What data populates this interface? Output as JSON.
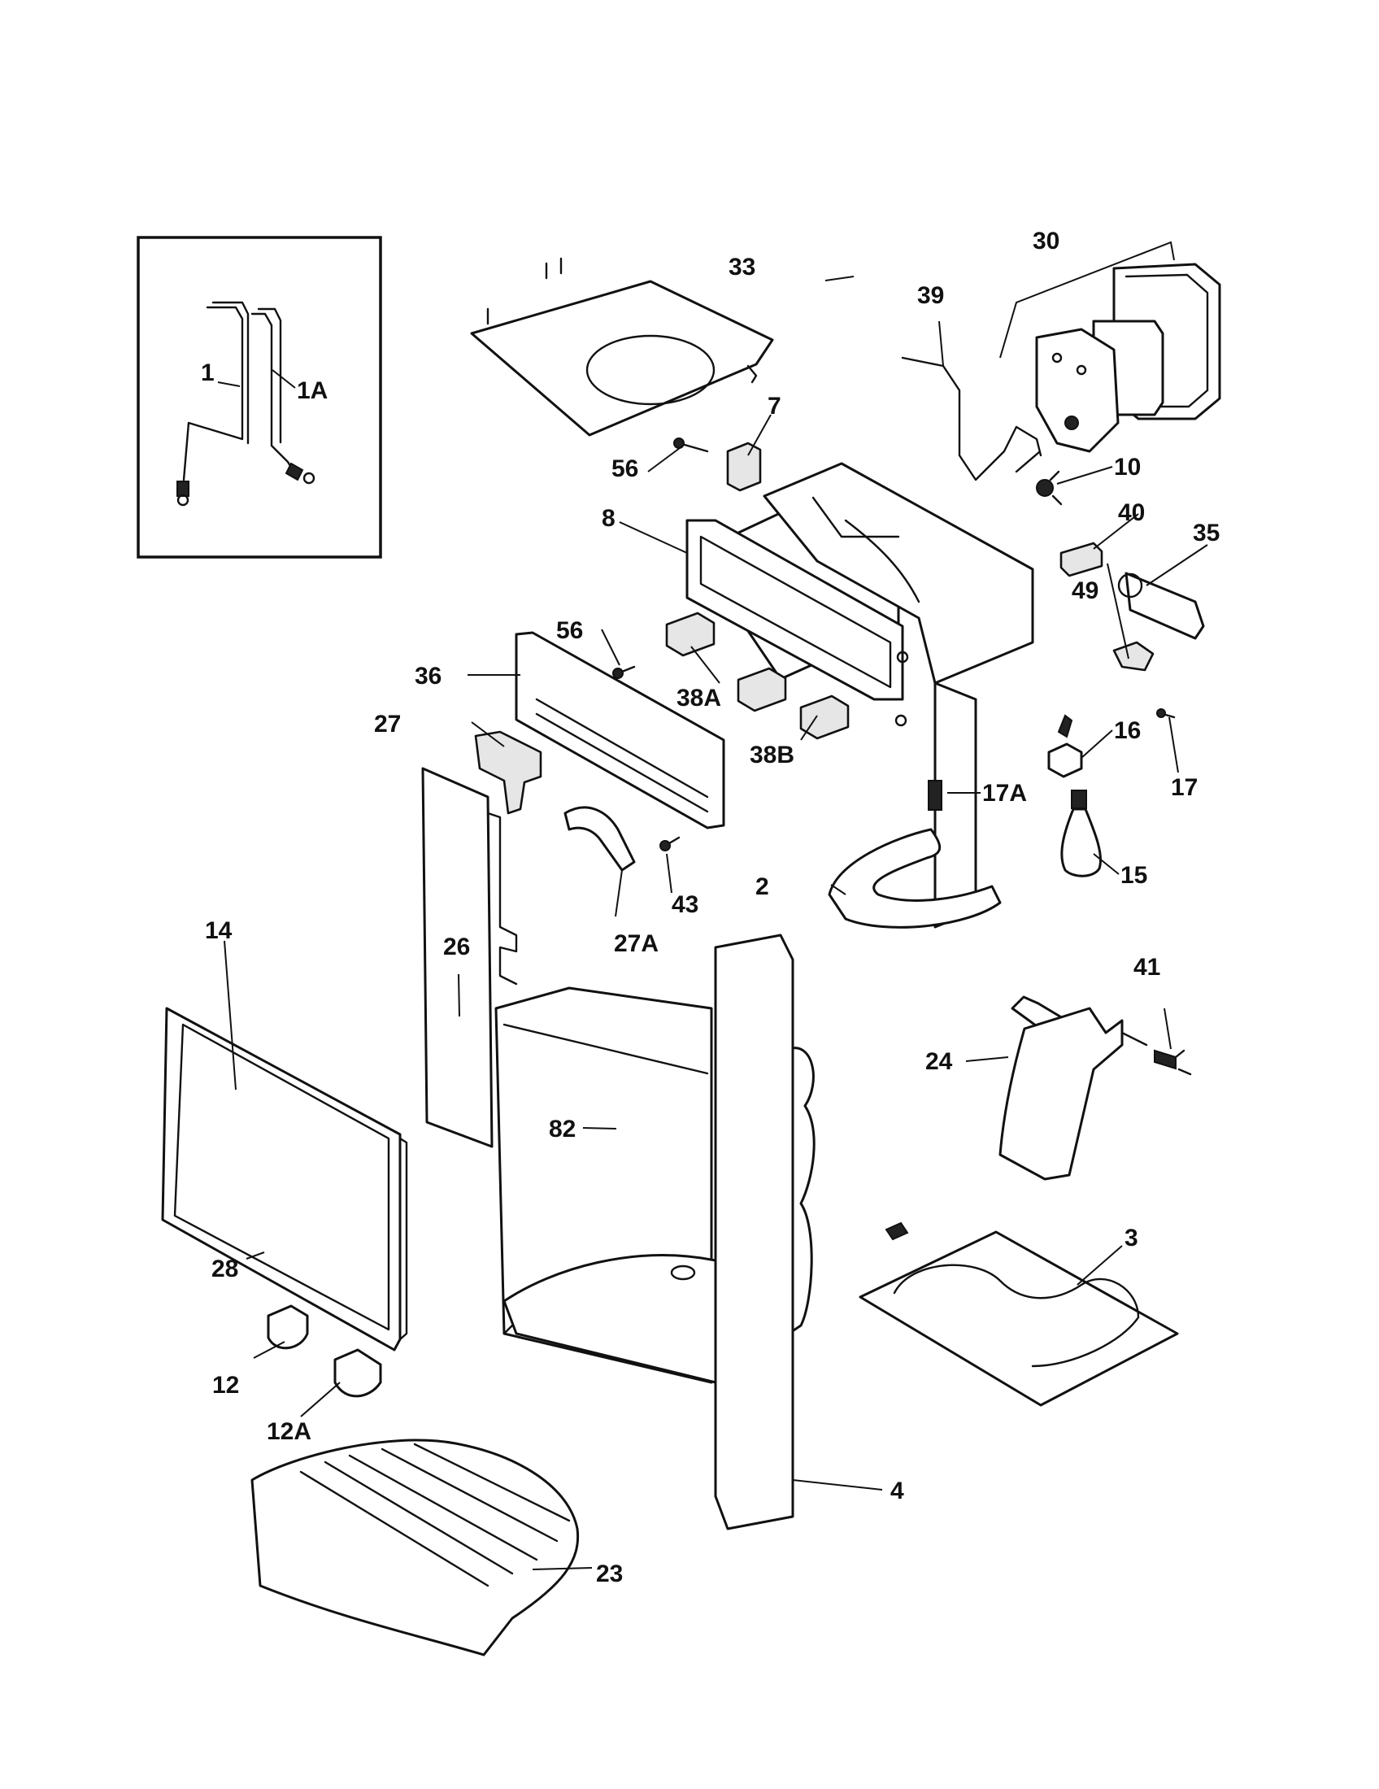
{
  "diagram": {
    "callouts": [
      {
        "id": "1",
        "text": "1"
      },
      {
        "id": "1A",
        "text": "1A"
      },
      {
        "id": "2",
        "text": "2"
      },
      {
        "id": "3",
        "text": "3"
      },
      {
        "id": "4",
        "text": "4"
      },
      {
        "id": "7",
        "text": "7"
      },
      {
        "id": "8",
        "text": "8"
      },
      {
        "id": "10",
        "text": "10"
      },
      {
        "id": "12",
        "text": "12"
      },
      {
        "id": "12A",
        "text": "12A"
      },
      {
        "id": "14",
        "text": "14"
      },
      {
        "id": "15",
        "text": "15"
      },
      {
        "id": "16",
        "text": "16"
      },
      {
        "id": "17",
        "text": "17"
      },
      {
        "id": "17A",
        "text": "17A"
      },
      {
        "id": "23",
        "text": "23"
      },
      {
        "id": "24",
        "text": "24"
      },
      {
        "id": "26",
        "text": "26"
      },
      {
        "id": "27",
        "text": "27"
      },
      {
        "id": "27A",
        "text": "27A"
      },
      {
        "id": "28",
        "text": "28"
      },
      {
        "id": "30",
        "text": "30"
      },
      {
        "id": "33",
        "text": "33"
      },
      {
        "id": "35",
        "text": "35"
      },
      {
        "id": "36",
        "text": "36"
      },
      {
        "id": "38A",
        "text": "38A"
      },
      {
        "id": "38B",
        "text": "38B"
      },
      {
        "id": "39",
        "text": "39"
      },
      {
        "id": "40",
        "text": "40"
      },
      {
        "id": "41",
        "text": "41"
      },
      {
        "id": "43",
        "text": "43"
      },
      {
        "id": "49",
        "text": "49"
      },
      {
        "id": "56a",
        "text": "56"
      },
      {
        "id": "56b",
        "text": "56"
      },
      {
        "id": "82",
        "text": "82"
      }
    ]
  }
}
